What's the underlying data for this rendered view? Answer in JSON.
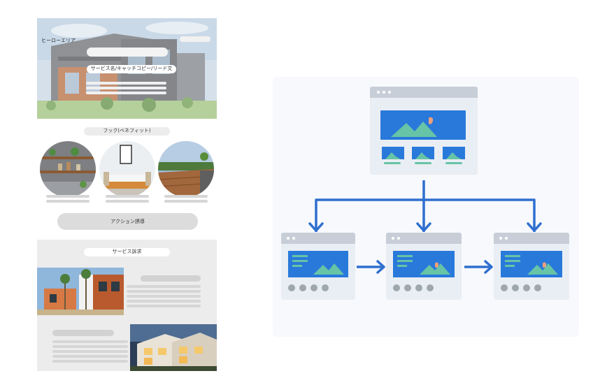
{
  "wireframe": {
    "hero_label": "ヒーローエリア",
    "service_label": "サービス名/キャッチコピー/リード文",
    "hook_label": "フック(ベネフィット)",
    "action_label": "アクション誘導",
    "service_detail_label": "サービス訴求"
  },
  "diagram": {
    "accent_color": "#2979db",
    "arrow_color": "#2f6fcf",
    "mountain_color": "#67c4a6"
  }
}
